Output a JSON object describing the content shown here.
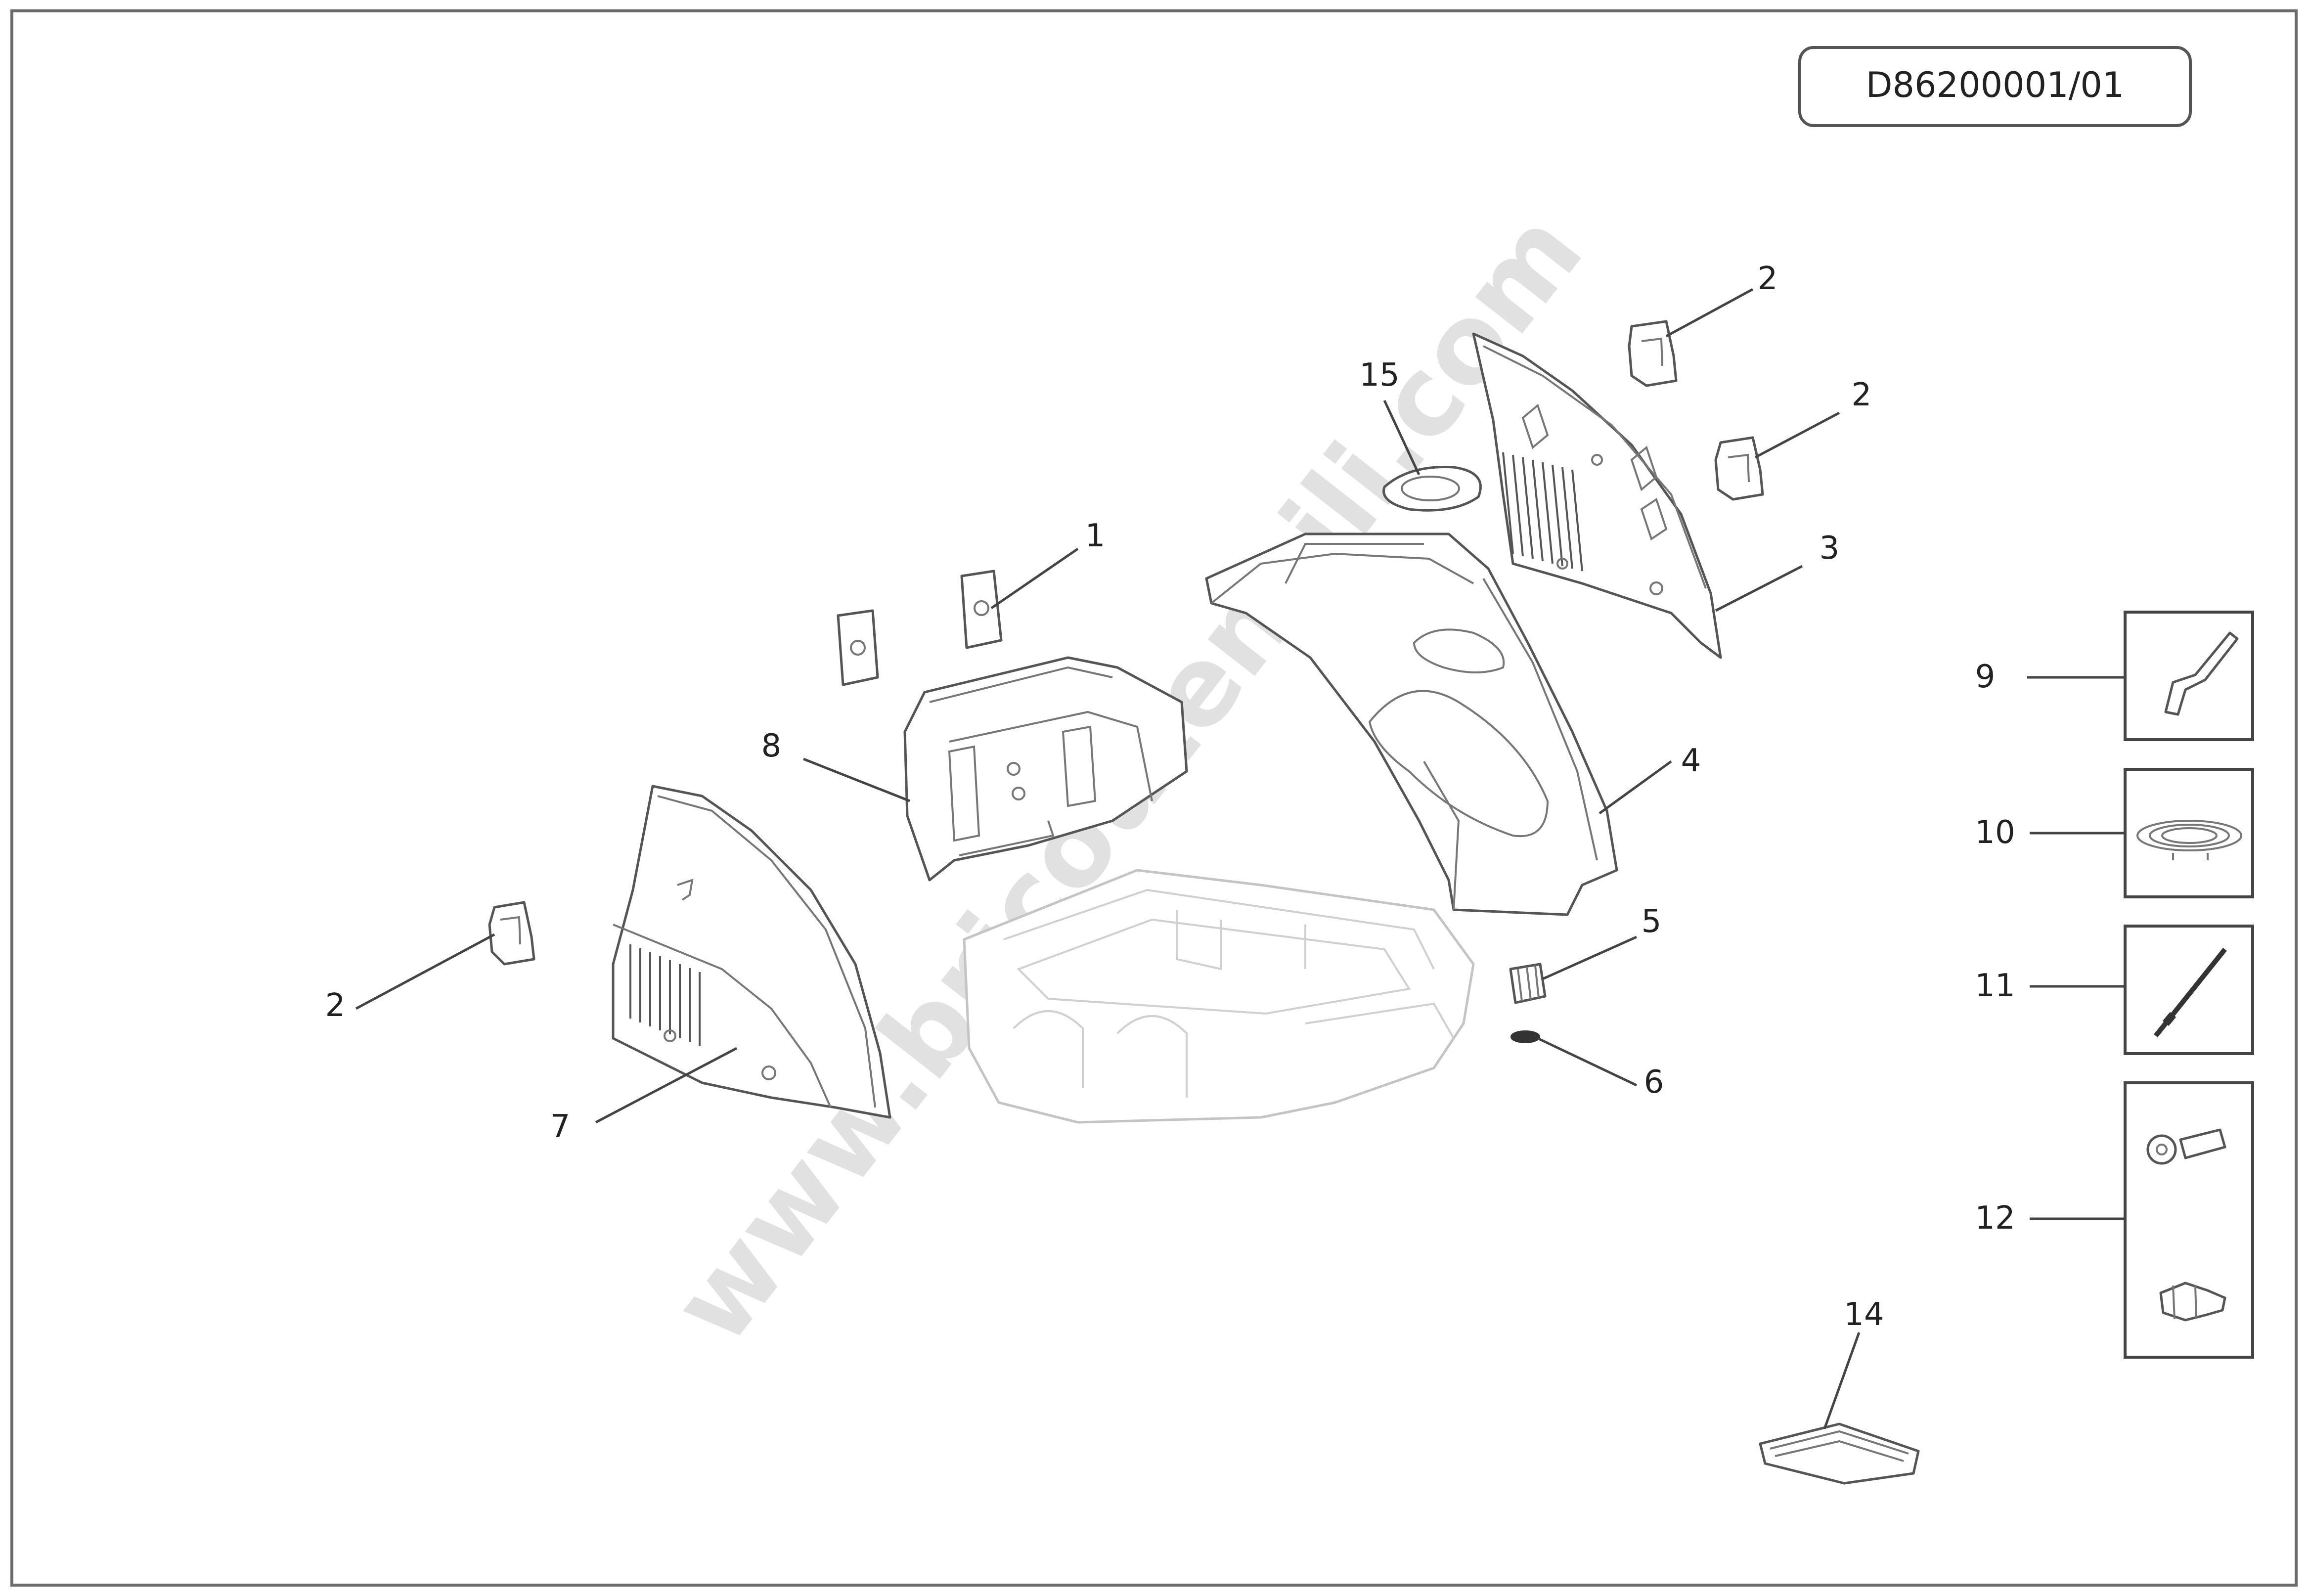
{
  "drawing_code": "D86200001/01",
  "watermark": "www.bricoutensili.com",
  "callouts": {
    "c1": "1",
    "c2a": "2",
    "c2b": "2",
    "c2c": "2",
    "c3": "3",
    "c4": "4",
    "c5": "5",
    "c6": "6",
    "c7": "7",
    "c8": "8",
    "c9": "9",
    "c10": "10",
    "c11": "11",
    "c12": "12",
    "c14": "14",
    "c15": "15"
  }
}
